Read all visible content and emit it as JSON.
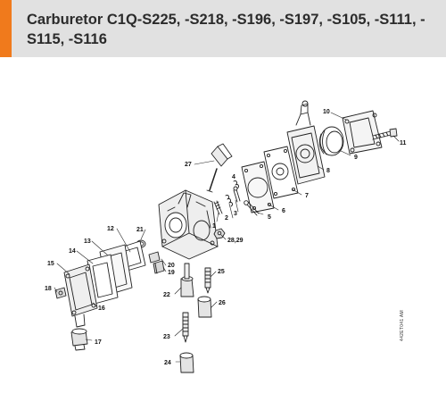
{
  "header": {
    "title": "Carburetor C1Q-S225, -S218, -S196, -S197, -S105, -S111, -S115, -S116",
    "accent_color": "#f07a1c",
    "background_color": "#e1e1e1"
  },
  "diagram": {
    "callouts": [
      "1",
      "2",
      "3",
      "4",
      "5",
      "6",
      "7",
      "8",
      "9",
      "10",
      "11",
      "12",
      "13",
      "14",
      "15",
      "16",
      "17",
      "18",
      "19",
      "20",
      "21",
      "22",
      "23",
      "24",
      "25",
      "26",
      "27",
      "28,29"
    ],
    "document_number": "442ET041 AM"
  }
}
